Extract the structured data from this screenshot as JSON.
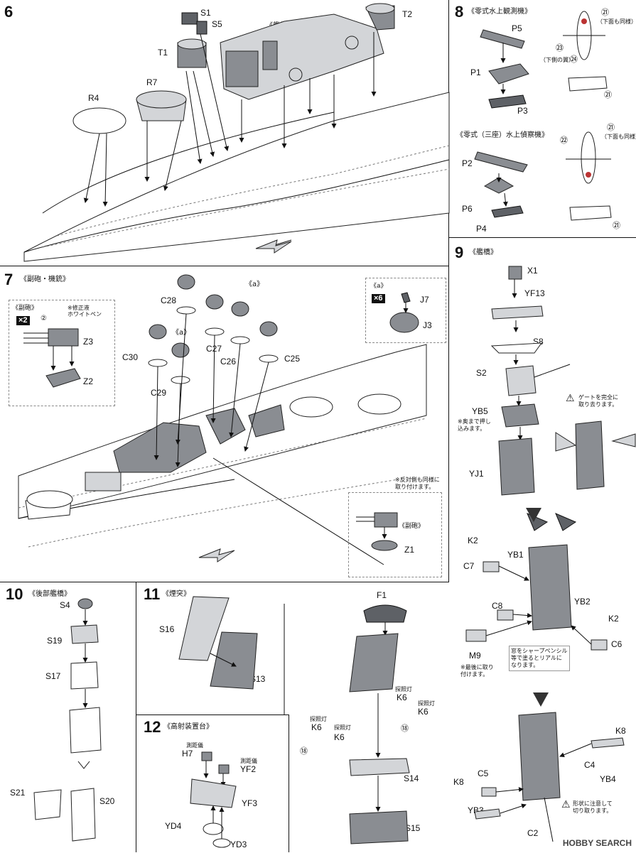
{
  "step6": {
    "number": "6",
    "bridge_base": "《艦橋基部》",
    "parts": [
      "S1",
      "S5",
      "T1",
      "T2",
      "R7",
      "R4"
    ]
  },
  "step7": {
    "number": "7",
    "title": "《副砲・機銃》",
    "callout_title": "《副砲》",
    "marker_2": "②",
    "x2": "×2",
    "fix_note": "※修正液\nホワイトペン",
    "a_label": "《a》",
    "a_label_b": "《a》",
    "x6": "×6",
    "sub_title": "《副砲》",
    "other_side_note": "※反対側も同様に\n取り付けます。",
    "parts": [
      "Z3",
      "Z2",
      "C28",
      "C27",
      "C26",
      "C25",
      "C30",
      "C29",
      "J7",
      "J3",
      "Z1"
    ]
  },
  "step8": {
    "number": "8",
    "title": "《零式水上観測機》",
    "title2": "《零式（三座）水上偵察機》",
    "p_labels": [
      "P5",
      "P1",
      "P3",
      "P2",
      "P6",
      "P4"
    ],
    "m21": "㉑",
    "m23": "㉓",
    "m24": "㉔",
    "m22": "㉒",
    "same_underside": "（下面も同様）",
    "underside_wing": "（下側の翼）"
  },
  "step9": {
    "number": "9",
    "title": "《艦橋》",
    "parts": [
      "X1",
      "YF13",
      "S8",
      "S2",
      "YB5",
      "YJ1",
      "K2",
      "YB1",
      "C7",
      "C8",
      "YB2",
      "K2",
      "M9",
      "C6",
      "K8",
      "C4",
      "YB4",
      "C5",
      "K8",
      "YB3",
      "C2"
    ],
    "push_note": "※奥まで押し\n込みます。",
    "gate_note": "ゲートを完全に\n取り去ります。",
    "pencil_note": "窓をシャープペンシル\n等で塗るとリアルに\nなります。",
    "last_note": "※最後に取り\n付けます。",
    "cut_note": "形状に注意して\n切り取ります。"
  },
  "step10": {
    "number": "10",
    "title": "《後部艦橋》",
    "parts": [
      "S4",
      "S19",
      "S17",
      "S21",
      "S20"
    ]
  },
  "step11": {
    "number": "11",
    "title": "《煙突》",
    "parts": [
      "S16",
      "S13",
      "F1",
      "K6",
      "K6",
      "K6",
      "K6",
      "S14",
      "S15"
    ],
    "searchlight": "探照灯",
    "m18": "⑱"
  },
  "step12": {
    "number": "12",
    "title": "《高射装置台》",
    "parts": [
      "H7",
      "YF2",
      "YF3",
      "YD4",
      "YD3"
    ],
    "h7_note": "測距儀",
    "yf2_note": "測距儀"
  },
  "watermark": "HOBBY SEARCH"
}
